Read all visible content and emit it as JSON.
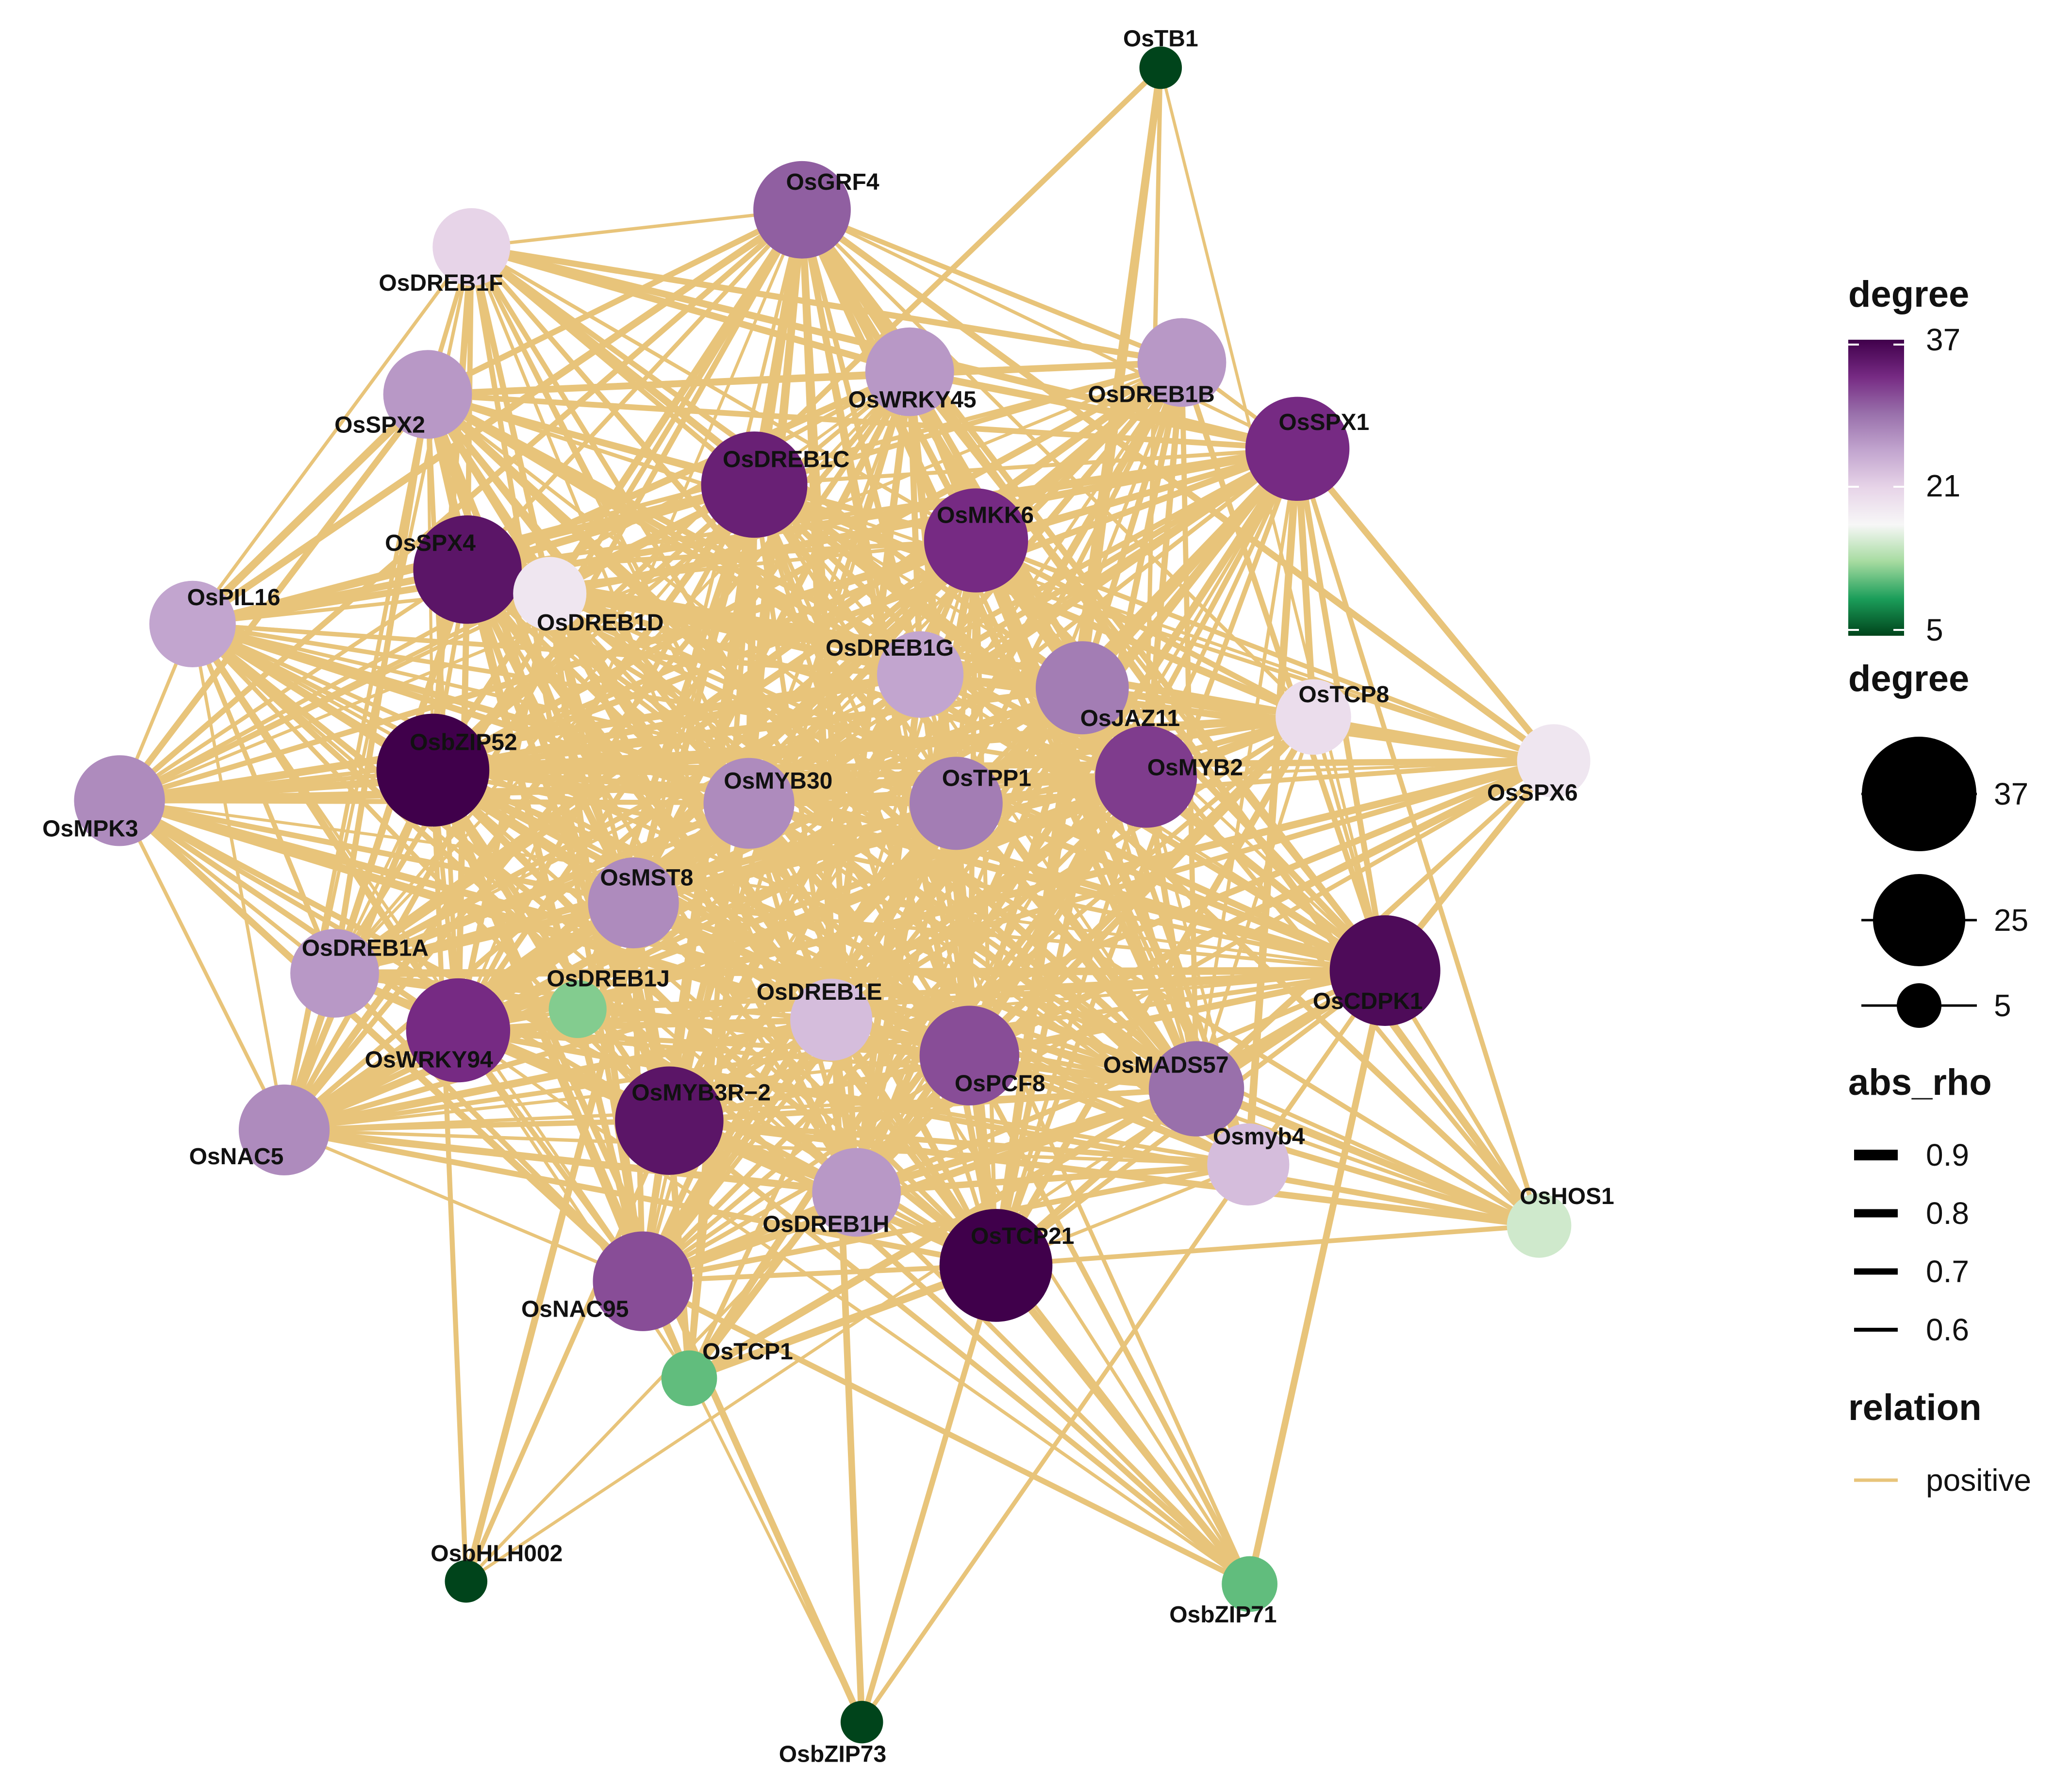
{
  "nodes": [
    {
      "id": "OsTB1",
      "degree": 5
    },
    {
      "id": "OsGRF4",
      "degree": 30
    },
    {
      "id": "OsDREB1F",
      "degree": 21
    },
    {
      "id": "OsWRKY45",
      "degree": 26
    },
    {
      "id": "OsDREB1B",
      "degree": 26
    },
    {
      "id": "OsSPX2",
      "degree": 26
    },
    {
      "id": "OsSPX1",
      "degree": 33
    },
    {
      "id": "OsDREB1C",
      "degree": 34
    },
    {
      "id": "OsMKK6",
      "degree": 33
    },
    {
      "id": "OsSPX4",
      "degree": 35
    },
    {
      "id": "OsDREB1D",
      "degree": 19
    },
    {
      "id": "OsPIL16",
      "degree": 25
    },
    {
      "id": "OsDREB1G",
      "degree": 25
    },
    {
      "id": "OsJAZ11",
      "degree": 28
    },
    {
      "id": "OsTCP8",
      "degree": 20
    },
    {
      "id": "OsSPX6",
      "degree": 19
    },
    {
      "id": "OsbZIP52",
      "degree": 37
    },
    {
      "id": "OsMYB30",
      "degree": 27
    },
    {
      "id": "OsTPP1",
      "degree": 28
    },
    {
      "id": "OsMYB2",
      "degree": 32
    },
    {
      "id": "OsMPK3",
      "degree": 27
    },
    {
      "id": "OsMST8",
      "degree": 27
    },
    {
      "id": "OsDREB1A",
      "degree": 26
    },
    {
      "id": "OsCDPK1",
      "degree": 36
    },
    {
      "id": "OsDREB1J",
      "degree": 12
    },
    {
      "id": "OsDREB1E",
      "degree": 23
    },
    {
      "id": "OsWRKY94",
      "degree": 33
    },
    {
      "id": "OsPCF8",
      "degree": 31
    },
    {
      "id": "OsMADS57",
      "degree": 29
    },
    {
      "id": "OsMYB3R−2",
      "degree": 35
    },
    {
      "id": "OsNAC5",
      "degree": 27
    },
    {
      "id": "Osmyb4",
      "degree": 23
    },
    {
      "id": "OsDREB1H",
      "degree": 26
    },
    {
      "id": "OsTCP21",
      "degree": 37
    },
    {
      "id": "OsHOS1",
      "degree": 15
    },
    {
      "id": "OsNAC95",
      "degree": 31
    },
    {
      "id": "OsTCP1",
      "degree": 11
    },
    {
      "id": "OsbHLH002",
      "degree": 5
    },
    {
      "id": "OsbZIP71",
      "degree": 11
    },
    {
      "id": "OsbZIP73",
      "degree": 5
    }
  ],
  "edge_color": "#E8C47A",
  "legend": {
    "degree_color_title": "degree",
    "degree_color_ticks": [
      "37",
      "21",
      "5"
    ],
    "degree_color_stops": [
      "#40004B",
      "#762A83",
      "#9970AB",
      "#C2A5CF",
      "#E7D4E8",
      "#F7F7F7",
      "#A6DBA0",
      "#1B9E5A",
      "#00441B"
    ],
    "degree_size_title": "degree",
    "degree_size_items": [
      "37",
      "25",
      "5"
    ],
    "abs_rho_title": "abs_rho",
    "abs_rho_items": [
      "0.9",
      "0.8",
      "0.7",
      "0.6"
    ],
    "relation_title": "relation",
    "relation_item": "positive"
  }
}
